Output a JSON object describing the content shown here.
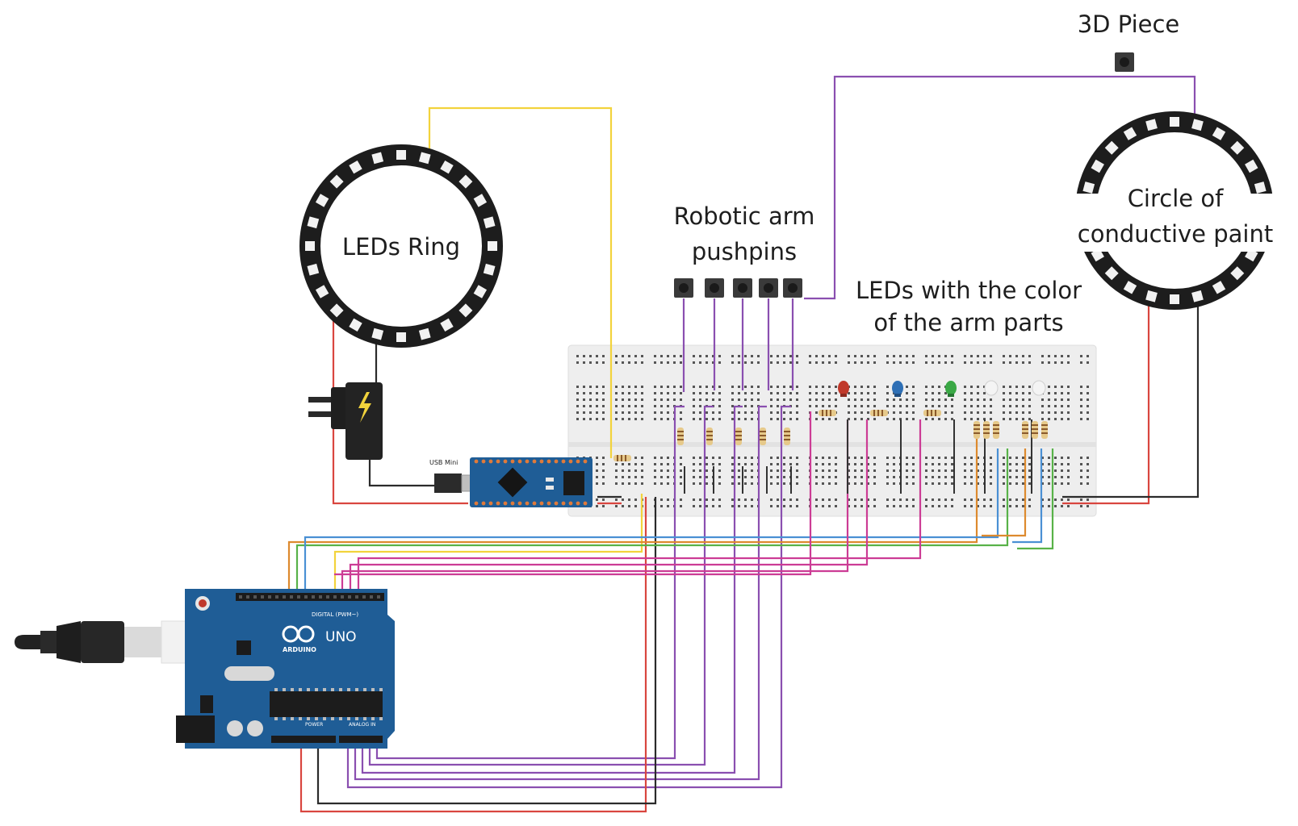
{
  "labels": {
    "piece_3d": "3D Piece",
    "robotic_arm_line1": "Robotic arm",
    "robotic_arm_line2": "pushpins",
    "leds_ring": "LEDs Ring",
    "leds_color_line1": "LEDs with the color",
    "leds_color_line2": "of the arm parts",
    "circle_line1": "Circle of",
    "circle_line2": "conductive paint",
    "usb_mini": "USB Mini",
    "uno_text": "UNO",
    "arduino_text": "ARDUINO",
    "digital_header": "DIGITAL (PWM~)",
    "power_header": "POWER",
    "analog_header": "ANALOG IN"
  },
  "colors": {
    "wire_yellow": "#f2d33c",
    "wire_purple": "#8a4fb0",
    "wire_red": "#d9463f",
    "wire_black": "#2b2b2b",
    "wire_orange": "#dd8a2e",
    "wire_green": "#58b248",
    "wire_blue": "#4a90d4",
    "wire_magenta": "#cc3c95",
    "board_blue": "#1f5d96",
    "led_red": "#c0392b",
    "led_blue": "#2e6fb5",
    "led_green": "#3aa845"
  },
  "icons": [
    "led-ring-icon",
    "pushbutton-icon",
    "power-adapter-icon",
    "usb-cable-icon",
    "arduino-nano-icon",
    "arduino-uno-icon",
    "resistor-icon",
    "led-icon",
    "rgb-led-icon",
    "breadboard-icon"
  ]
}
